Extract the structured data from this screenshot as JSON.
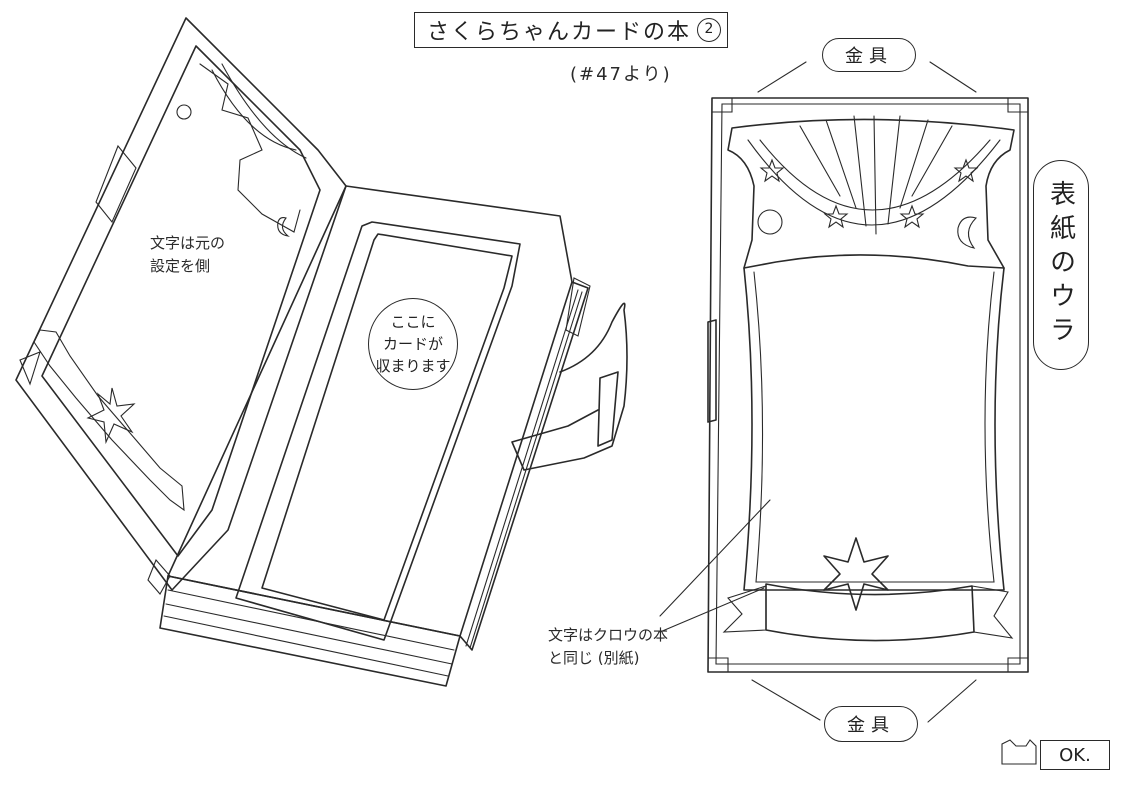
{
  "title": {
    "main": "さくらちゃんカードの本",
    "number": "2",
    "reference": "(#47より)"
  },
  "labels": {
    "fitting_top": "金具",
    "fitting_bottom": "金具",
    "cover_back": "表紙のウラ",
    "pocket_note": "ここに\nカードが\n収まります",
    "left_note": "文字は元の\n設定を側",
    "bottom_note": "文字はクロウの本\nと同じ (別紙)",
    "approval": "OK."
  }
}
